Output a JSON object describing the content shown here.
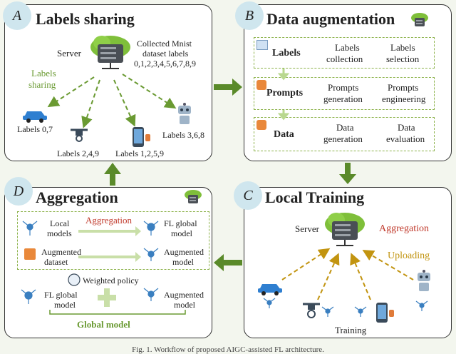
{
  "panels": {
    "a": {
      "letter": "A",
      "title": "Labels sharing",
      "server": "Server",
      "collected": [
        "Collected Mnist",
        "dataset labels",
        "0,1,2,3,4,5,6,7,8,9"
      ],
      "sharing": [
        "Labels",
        "sharing"
      ],
      "clients": [
        "Labels 0,7",
        "Labels 2,4,9",
        "Labels 1,2,5,9",
        "Labels 3,6,8"
      ]
    },
    "b": {
      "letter": "B",
      "title": "Data augmentation",
      "rows": [
        {
          "head": "Labels",
          "c1": [
            "Labels",
            "collection"
          ],
          "c2": [
            "Labels",
            "selection"
          ]
        },
        {
          "head": "Prompts",
          "c1": [
            "Prompts",
            "generation"
          ],
          "c2": [
            "Prompts",
            "engineering"
          ]
        },
        {
          "head": "Data",
          "c1": [
            "Data",
            "generation"
          ],
          "c2": [
            "Data",
            "evaluation"
          ]
        }
      ]
    },
    "c": {
      "letter": "C",
      "title": "Local Training",
      "server": "Server",
      "aggregation": "Aggregation",
      "uploading": "Uploading",
      "training": "Training"
    },
    "d": {
      "letter": "D",
      "title": "Aggregation",
      "local": [
        "Local",
        "models"
      ],
      "aggregation": "Aggregation",
      "fl_global": [
        "FL global",
        "model"
      ],
      "aug_dataset": [
        "Augmented",
        "dataset"
      ],
      "aug_model": [
        "Augmented",
        "model"
      ],
      "weighted": "Weighted policy",
      "fl_global2": [
        "FL global",
        "model"
      ],
      "aug_model2": [
        "Augmented",
        "model"
      ],
      "global_model": "Global model"
    }
  },
  "caption": "Fig. 1. Workflow of proposed AIGC-assisted FL architecture.",
  "colors": {
    "accent_green": "#6a9a32",
    "arrow_green": "#5a8a2a",
    "badge": "#cfe6ee",
    "red": "#c0392b",
    "gold": "#c29410"
  }
}
